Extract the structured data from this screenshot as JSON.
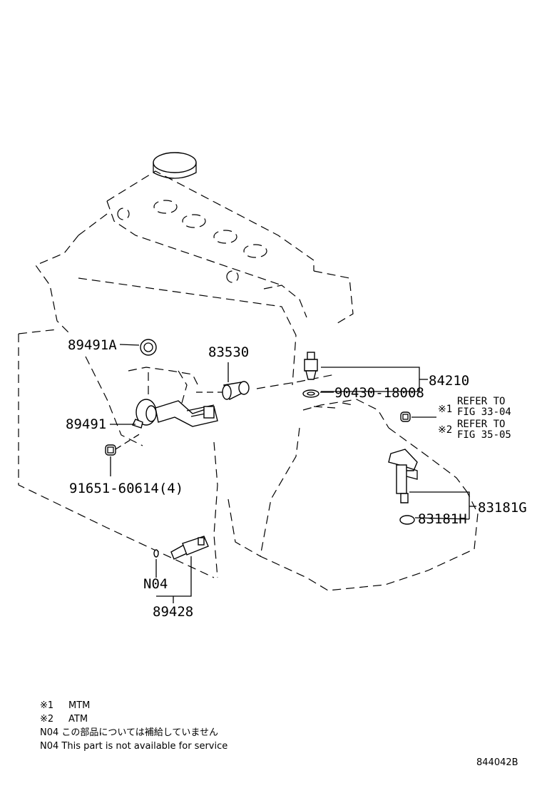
{
  "callouts": {
    "p89491A": "89491A",
    "p83530": "83530",
    "p84210": "84210",
    "p90430": "90430-18008",
    "p89491": "89491",
    "p91651": "91651-60614(4)",
    "p83181G": "83181G",
    "p83181H": "83181H",
    "n04": "N04",
    "p89428": "89428"
  },
  "refs": {
    "mark1": "※1",
    "mark2": "※2",
    "refer1": "REFER TO",
    "fig1": "FIG 33-04",
    "refer2": "REFER TO",
    "fig2": "FIG 35-05"
  },
  "notes": [
    {
      "key": "※1",
      "text": "MTM"
    },
    {
      "key": "※2",
      "text": "ATM"
    },
    {
      "key": "N04",
      "text": "この部品については補給していません"
    },
    {
      "key": "N04",
      "text": "This part is not available for service"
    }
  ],
  "footer_code": "844042B"
}
